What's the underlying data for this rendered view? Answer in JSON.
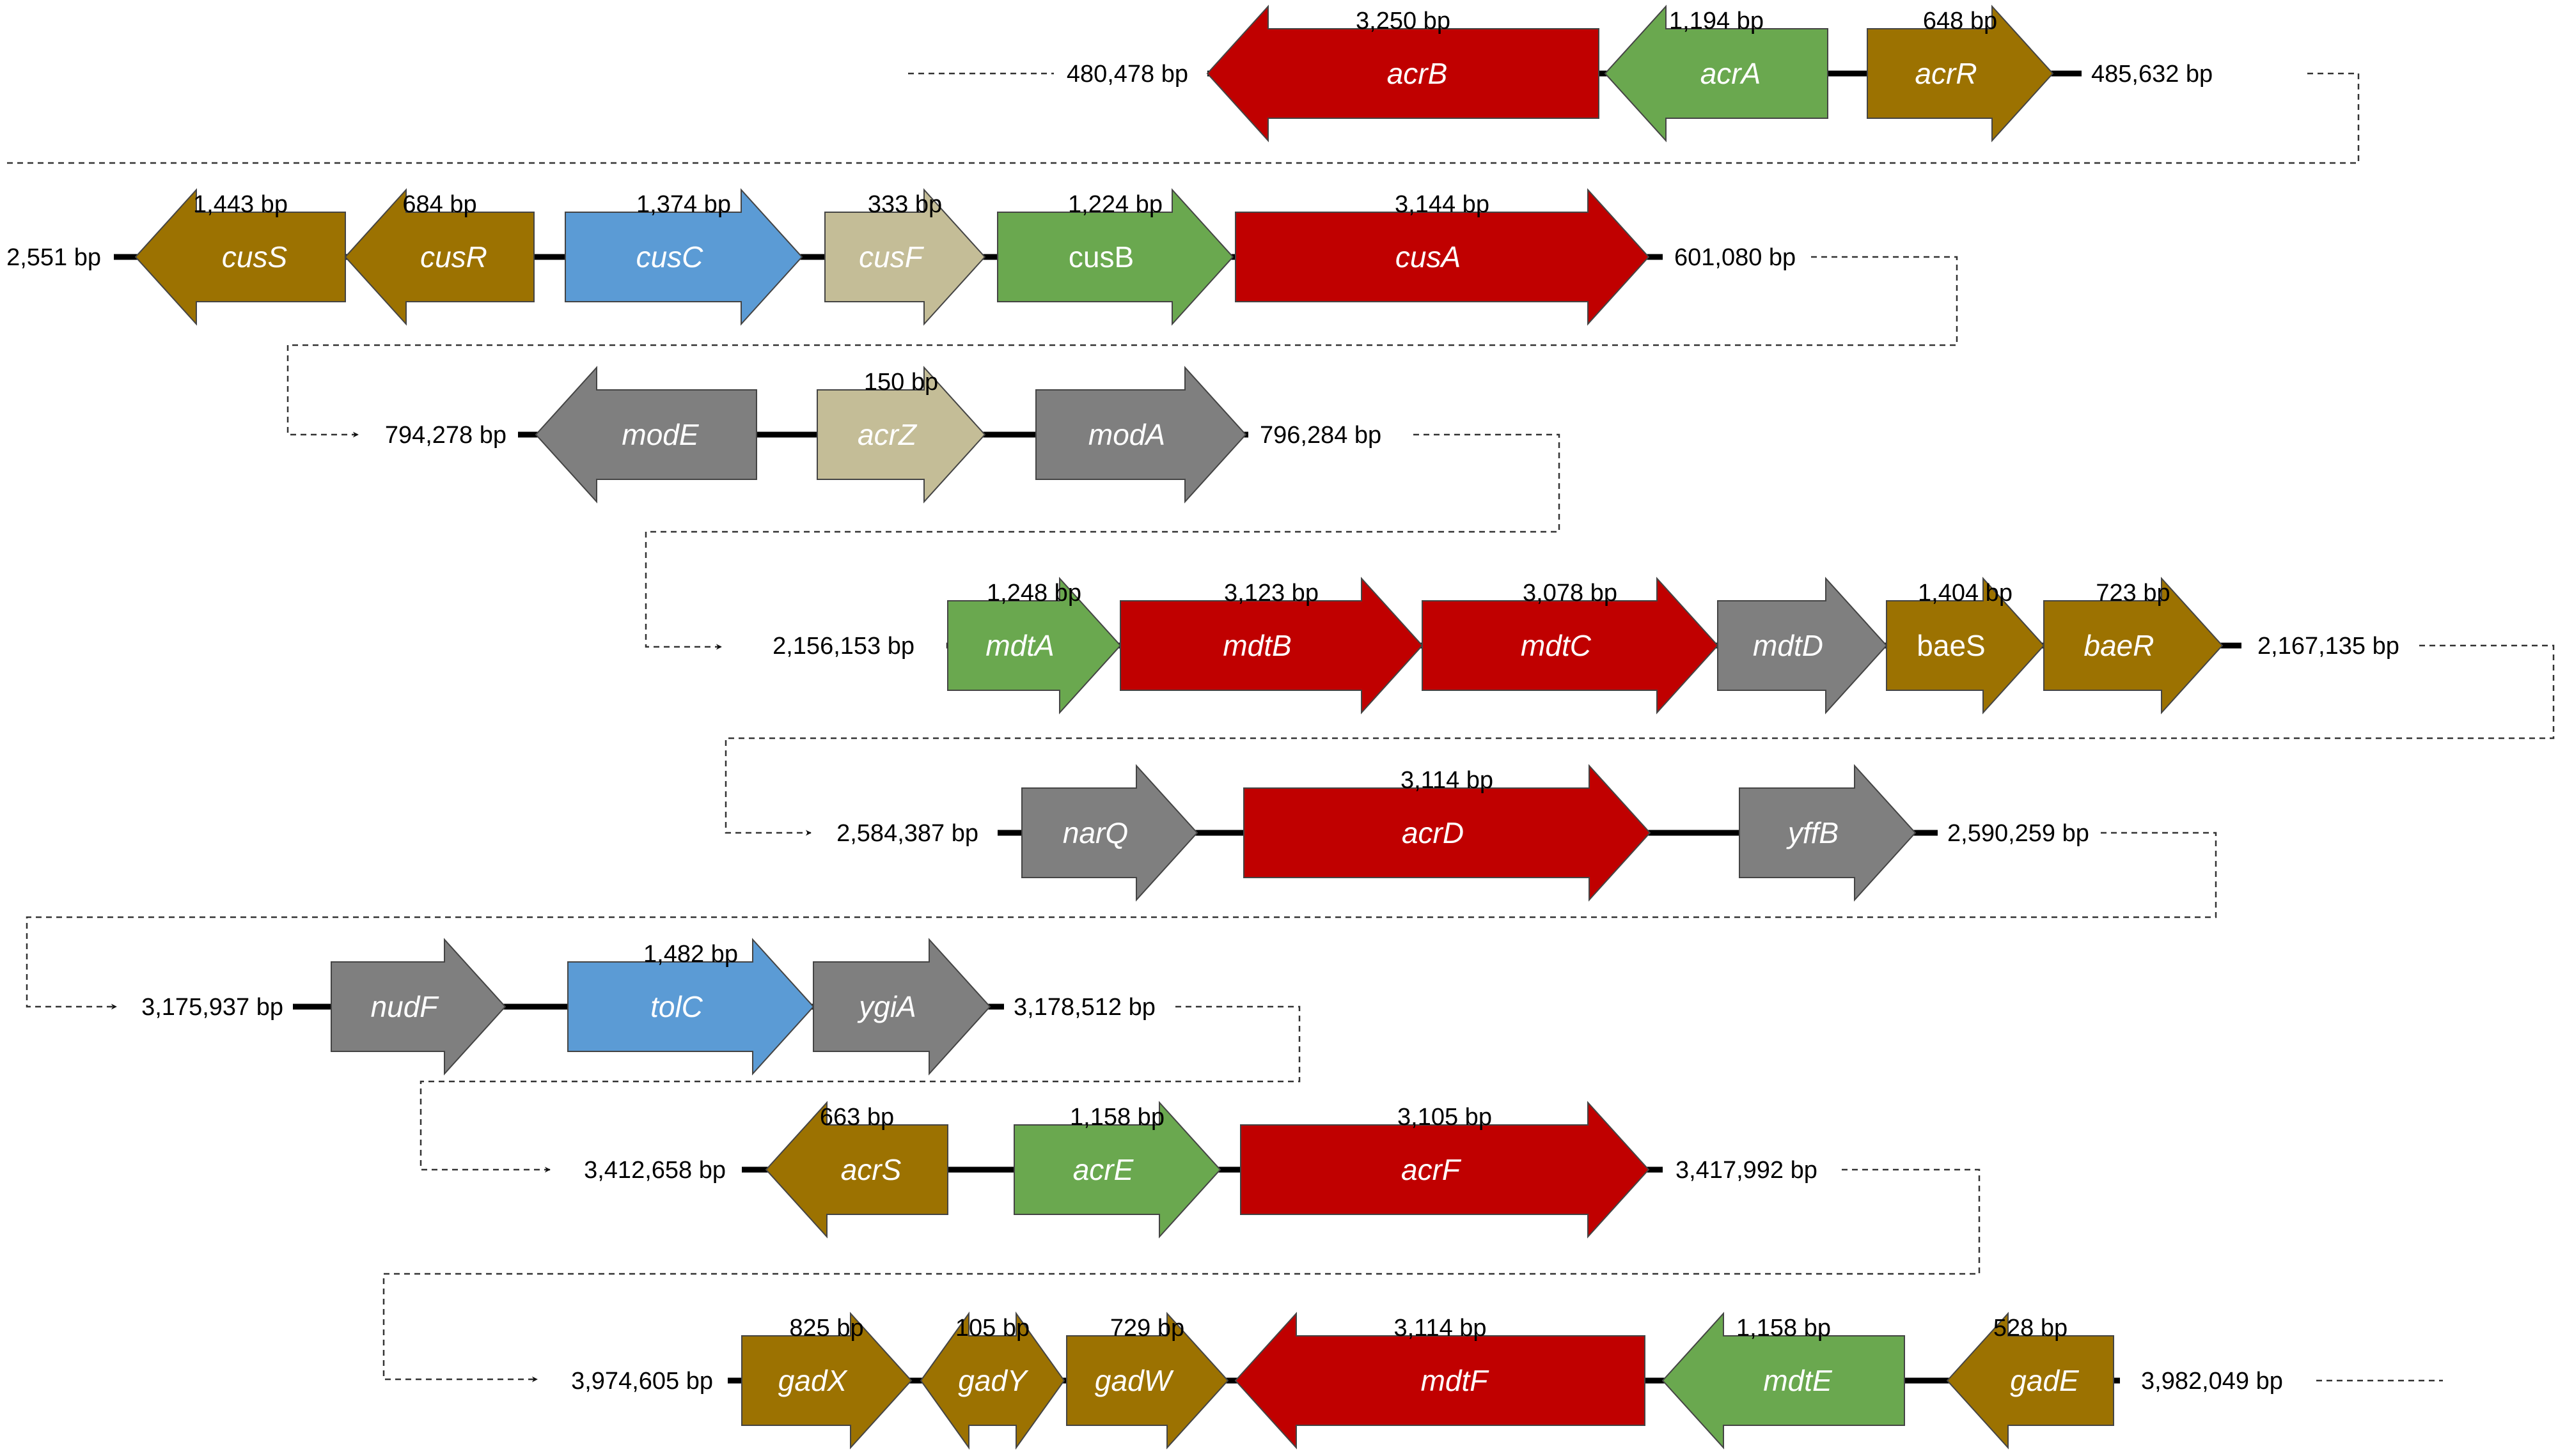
{
  "colors": {
    "red": "#c00000",
    "green": "#6aa84f",
    "brown": "#9c7201",
    "blue": "#5b9bd5",
    "tan": "#c4bd97",
    "gray": "#7f7f7f"
  },
  "rows": [
    {
      "start": "480,478 bp",
      "end": "485,632 bp",
      "genes": [
        {
          "name": "acrB",
          "size": "3,250 bp",
          "color": "red",
          "italic": true
        },
        {
          "name": "acrA",
          "size": "1,194 bp",
          "color": "green",
          "italic": true
        },
        {
          "name": "acrR",
          "size": "648 bp",
          "color": "brown",
          "italic": true
        }
      ]
    },
    {
      "start": "2,551 bp",
      "end": "601,080 bp",
      "genes": [
        {
          "name": "cusS",
          "size": "1,443 bp",
          "color": "brown",
          "italic": true
        },
        {
          "name": "cusR",
          "size": "684 bp",
          "color": "brown",
          "italic": true
        },
        {
          "name": "cusC",
          "size": "1,374 bp",
          "color": "blue",
          "italic": true
        },
        {
          "name": "cusF",
          "size": "333 bp",
          "color": "tan",
          "italic": true
        },
        {
          "name": "cusB",
          "size": "1,224 bp",
          "color": "green",
          "italic": false
        },
        {
          "name": "cusA",
          "size": "3,144 bp",
          "color": "red",
          "italic": true
        }
      ]
    },
    {
      "start": "794,278 bp",
      "end": "796,284 bp",
      "genes": [
        {
          "name": "modE",
          "size": "",
          "color": "gray",
          "italic": true
        },
        {
          "name": "acrZ",
          "size": "150 bp",
          "color": "tan",
          "italic": true
        },
        {
          "name": "modA",
          "size": "",
          "color": "gray",
          "italic": true
        }
      ]
    },
    {
      "start": "2,156,153 bp",
      "end": "2,167,135 bp",
      "genes": [
        {
          "name": "mdtA",
          "size": "1,248 bp",
          "color": "green",
          "italic": true
        },
        {
          "name": "mdtB",
          "size": "3,123 bp",
          "color": "red",
          "italic": true
        },
        {
          "name": "mdtC",
          "size": "3,078 bp",
          "color": "red",
          "italic": true
        },
        {
          "name": "mdtD",
          "size": "",
          "color": "gray",
          "italic": true
        },
        {
          "name": "baeS",
          "size": "1,404 bp",
          "color": "brown",
          "italic": false
        },
        {
          "name": "baeR",
          "size": "723 bp",
          "color": "brown",
          "italic": true
        }
      ]
    },
    {
      "start": "2,584,387 bp",
      "end": "2,590,259 bp",
      "genes": [
        {
          "name": "narQ",
          "size": "",
          "color": "gray",
          "italic": true
        },
        {
          "name": "acrD",
          "size": "3,114 bp",
          "color": "red",
          "italic": true
        },
        {
          "name": "yffB",
          "size": "",
          "color": "gray",
          "italic": true
        }
      ]
    },
    {
      "start": "3,175,937 bp",
      "end": "3,178,512 bp",
      "genes": [
        {
          "name": "nudF",
          "size": "",
          "color": "gray",
          "italic": true
        },
        {
          "name": "tolC",
          "size": "1,482 bp",
          "color": "blue",
          "italic": true
        },
        {
          "name": "ygiA",
          "size": "",
          "color": "gray",
          "italic": true
        }
      ]
    },
    {
      "start": "3,412,658 bp",
      "end": "3,417,992 bp",
      "genes": [
        {
          "name": "acrS",
          "size": "663 bp",
          "color": "brown",
          "italic": true
        },
        {
          "name": "acrE",
          "size": "1,158 bp",
          "color": "green",
          "italic": true
        },
        {
          "name": "acrF",
          "size": "3,105 bp",
          "color": "red",
          "italic": true
        }
      ]
    },
    {
      "start": "3,974,605 bp",
      "end": "3,982,049 bp",
      "genes": [
        {
          "name": "gadX",
          "size": "825 bp",
          "color": "brown",
          "italic": true
        },
        {
          "name": "gadY",
          "size": "105 bp",
          "color": "brown",
          "italic": true
        },
        {
          "name": "gadW",
          "size": "729 bp",
          "color": "brown",
          "italic": true
        },
        {
          "name": "mdtF",
          "size": "3,114 bp",
          "color": "red",
          "italic": true
        },
        {
          "name": "mdtE",
          "size": "1,158 bp",
          "color": "green",
          "italic": true
        },
        {
          "name": "gadE",
          "size": "528 bp",
          "color": "brown",
          "italic": true
        }
      ]
    }
  ]
}
